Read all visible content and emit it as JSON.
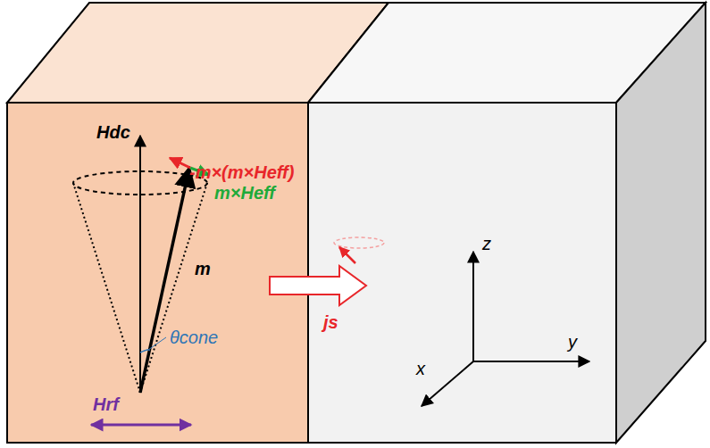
{
  "diagram": {
    "labels": [
      "Hdc",
      "-m×(m×Heff)",
      "m×Heff",
      "m",
      "θcone",
      "Hrf",
      "js",
      "z",
      "y",
      "x"
    ]
  }
}
